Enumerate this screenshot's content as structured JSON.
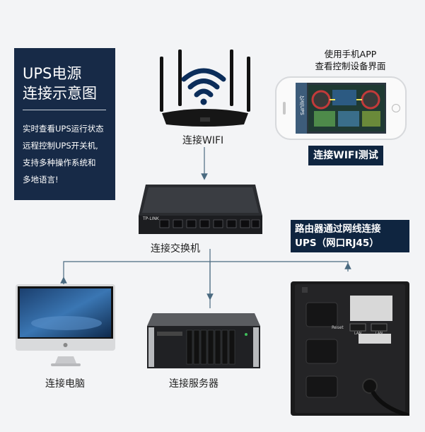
{
  "info": {
    "title_line1": "UPS电源",
    "title_line2": "连接示意图",
    "lines": [
      "实时查看UPS运行状态",
      "远程控制UPS开关机,",
      "支持多种操作系统和",
      "多地语言!"
    ]
  },
  "app": {
    "caption_line1": "使用手机APP",
    "caption_line2": "查看控制设备界面",
    "phone_sidebar": "亿点UPS",
    "wifi_test": "连接WIFI测试"
  },
  "router": {
    "label": "连接WIFI"
  },
  "switch": {
    "label": "连接交换机",
    "brand": "TP-LINK"
  },
  "router_note": {
    "line1": "路由器通过网线连接",
    "line2": "UPS（网口RJ45）"
  },
  "computer": {
    "label": "连接电脑"
  },
  "server": {
    "label": "连接服务器"
  },
  "ups": {
    "reset": "Reset",
    "lan1": "LAN",
    "lan2": "LAN"
  },
  "colors": {
    "panel": "#172a47",
    "callout": "#0f2540",
    "line": "#4a6a80"
  }
}
